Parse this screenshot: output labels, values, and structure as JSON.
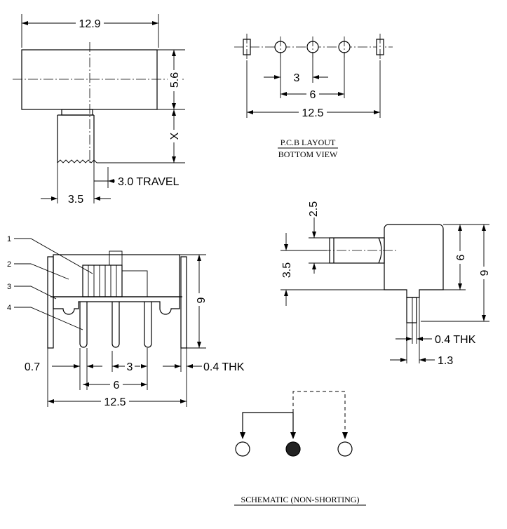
{
  "top_view": {
    "width_dim": "12.9",
    "height_dim": "5.6",
    "lever_dim": "X",
    "travel_label": "3.0 TRAVEL",
    "offset_dim": "3.5"
  },
  "pcb_layout": {
    "pitch_dim": "3",
    "span_dim": "6",
    "overall_dim": "12.5",
    "title_line1": "P.C.B LAYOUT",
    "title_line2": "BOTTOM VIEW"
  },
  "front_view": {
    "callouts": [
      "1",
      "2",
      "3",
      "4"
    ],
    "height_dim": "9",
    "edge_dim": "0.7",
    "pitch_dim": "3",
    "thickness_dim": "0.4 THK",
    "span_dim": "6",
    "overall_dim": "12.5"
  },
  "side_view": {
    "lever_dim": "2.5",
    "lever_offset_dim": "3.5",
    "body_dim": "6",
    "total_dim": "9",
    "thickness_dim": "0.4 THK",
    "pin_dim": "1.3"
  },
  "schematic": {
    "title": "SCHEMATIC (NON-SHORTING)"
  }
}
